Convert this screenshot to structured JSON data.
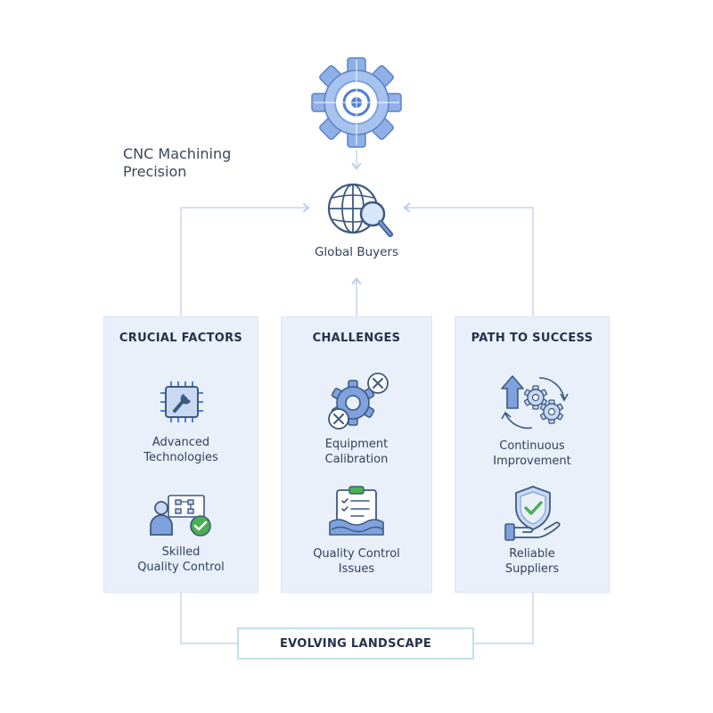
{
  "colors": {
    "accent": "#4f7fd4",
    "panel_bg": "#e9f0fa",
    "icon_light": "#c9d9f2",
    "success": "#4caf50",
    "connector": "#c6d6ee"
  },
  "top": {
    "icon": "gear-icon",
    "label_lines": [
      "CNC Machining",
      "Precision"
    ]
  },
  "center": {
    "icon": "globe-search-icon",
    "label": "Global Buyers"
  },
  "panels": [
    {
      "title": "CRUCIAL FACTORS",
      "items": [
        {
          "icon": "chip-wrench-icon",
          "lines": [
            "Advanced",
            "Technologies"
          ]
        },
        {
          "icon": "person-check-icon",
          "lines": [
            "Skilled",
            "Quality Control"
          ]
        }
      ]
    },
    {
      "title": "CHALLENGES",
      "items": [
        {
          "icon": "gear-error-icon",
          "lines": [
            "Equipment",
            "Calibration"
          ]
        },
        {
          "icon": "clipboard-issue-icon",
          "lines": [
            "Quality Control",
            "Issues"
          ]
        }
      ]
    },
    {
      "title": "PATH TO SUCCESS",
      "items": [
        {
          "icon": "improvement-cycle-icon",
          "lines": [
            "Continuous",
            "Improvement"
          ]
        },
        {
          "icon": "shield-hand-icon",
          "lines": [
            "Reliable",
            "Suppliers"
          ]
        }
      ]
    }
  ],
  "footer": {
    "label": "EVOLVING LANDSCAPE"
  }
}
